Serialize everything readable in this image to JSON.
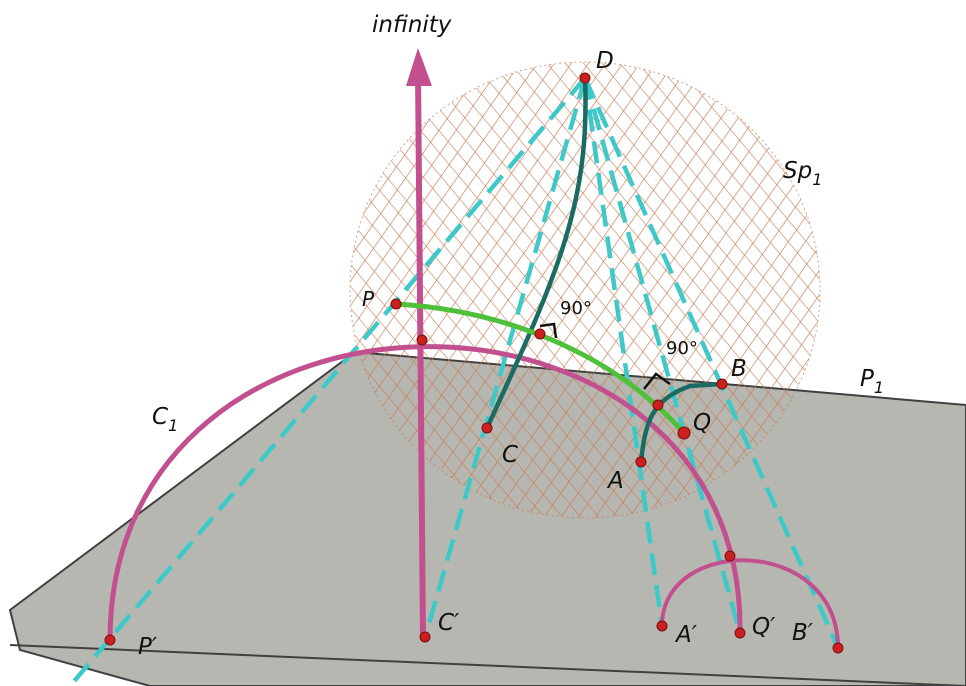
{
  "labels": {
    "infinity": "infinity",
    "D": "D",
    "Sp1_main": "Sp",
    "Sp1_sub": "1",
    "P1_main": "P",
    "P1_sub": "1",
    "C1_main": "C",
    "C1_sub": "1",
    "P": "P",
    "B": "B",
    "Q": "Q",
    "C": "C",
    "A": "A",
    "P_prime": "P′",
    "C_prime": "C′",
    "A_prime": "A′",
    "Q_prime": "Q′",
    "B_prime": "B′",
    "angle_left": "90°",
    "angle_right": "90°"
  },
  "colors": {
    "plane": "#b7b7b1",
    "plane_edge": "#404040",
    "sphere_mesh": "#c67a52",
    "magenta": "#c2508f",
    "cyan_dashed": "#3ec9c9",
    "green_arc": "#4ec13a",
    "dark_teal": "#1a6b63",
    "point_red": "#cc1f1f"
  }
}
